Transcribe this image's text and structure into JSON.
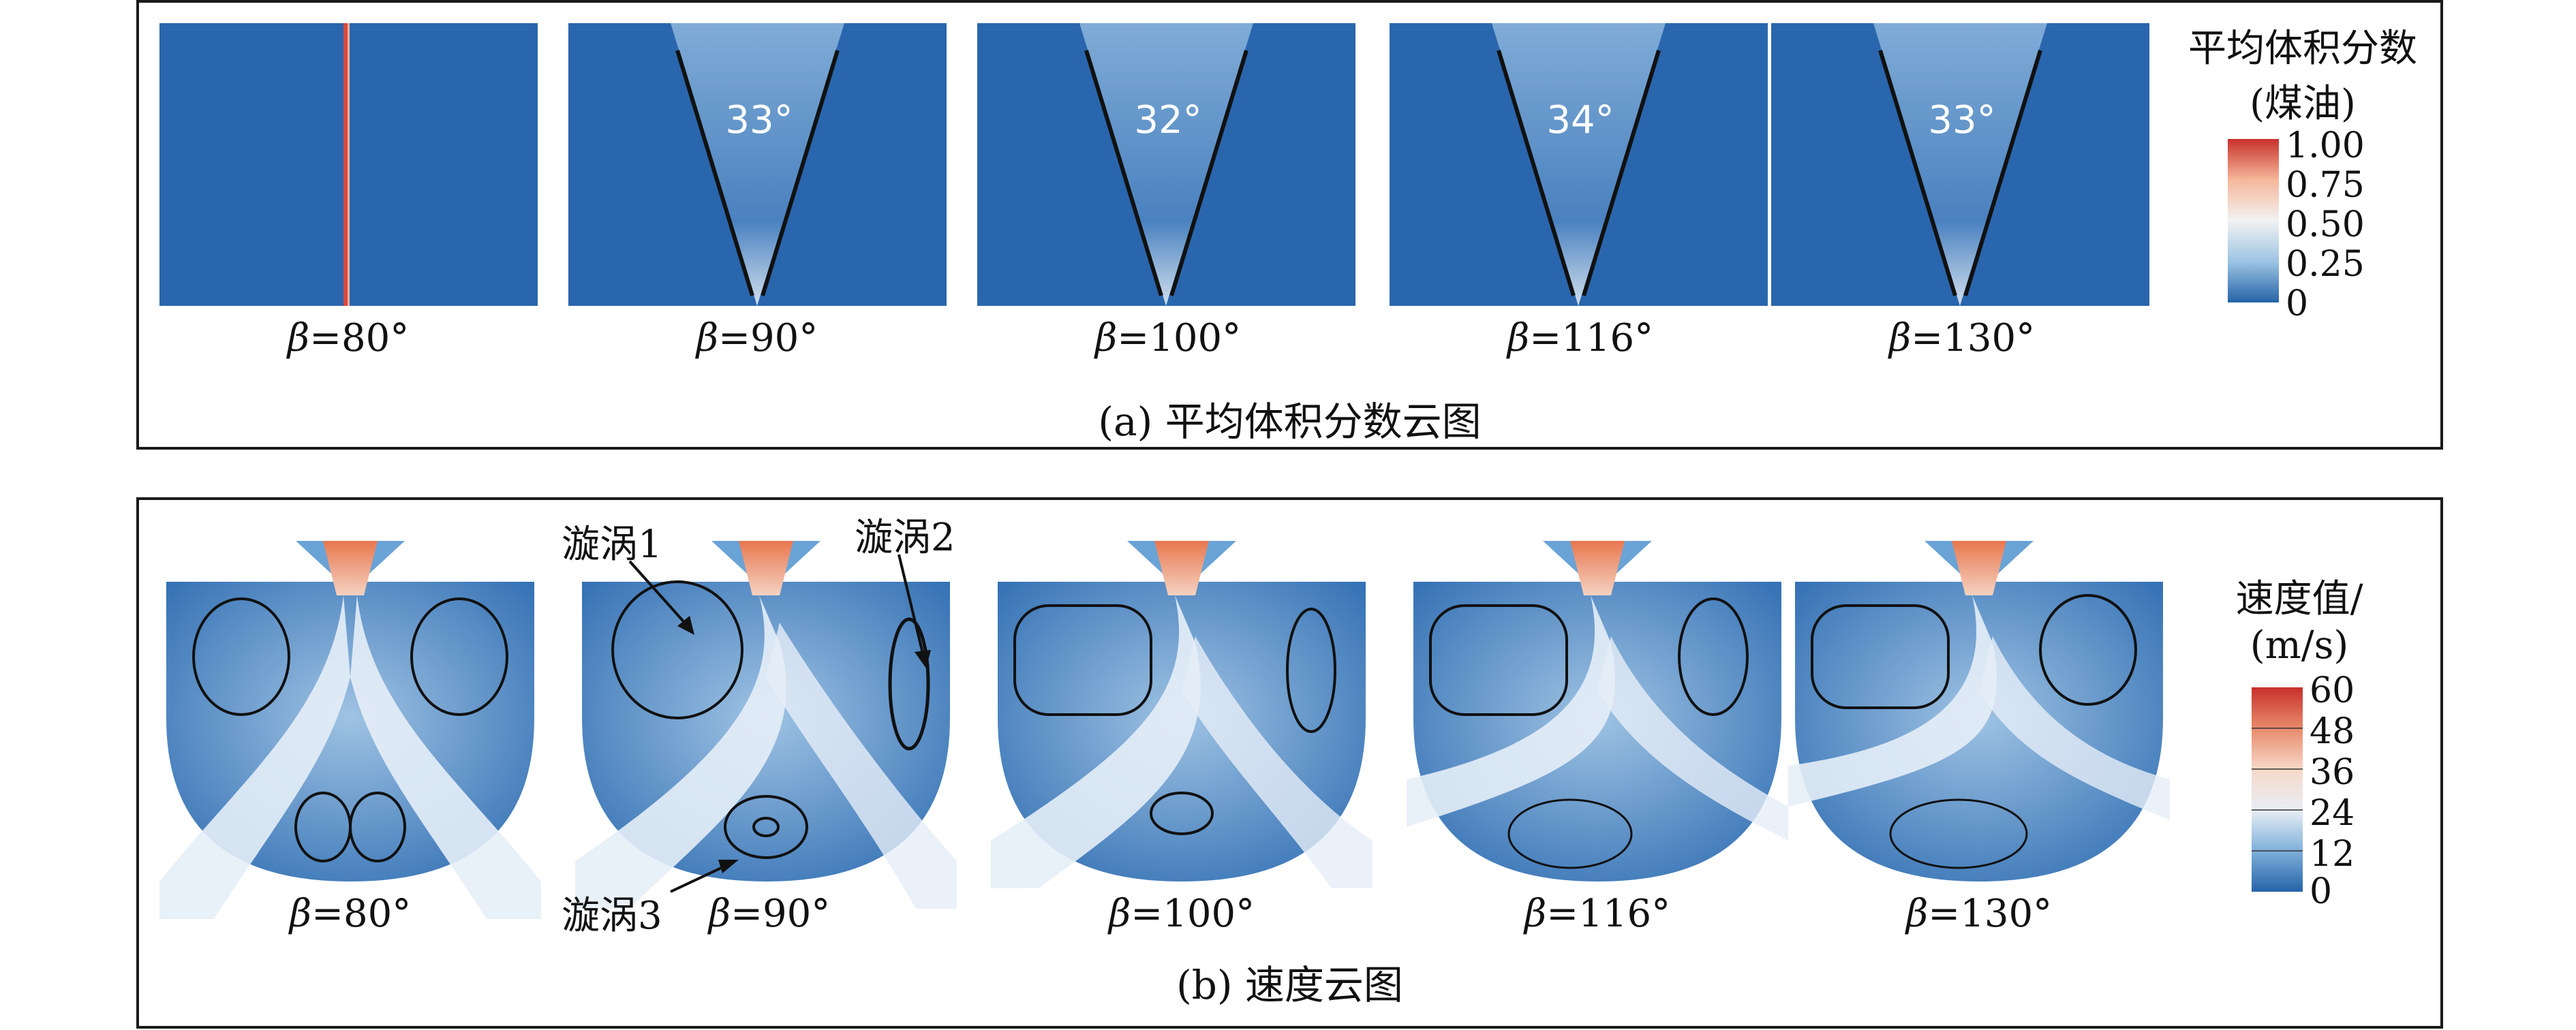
{
  "panel_a": {
    "title": "(a) 平均体积分数云图",
    "colorbar": {
      "title_line1": "平均体积分数",
      "title_line2": "(煤油)",
      "ticks": [
        "1.00",
        "0.75",
        "0.50",
        "0.25",
        "0"
      ],
      "colors": [
        "#c8302b",
        "#f5b79a",
        "#f2f2f2",
        "#9cc4e4",
        "#2563a8"
      ]
    },
    "cases": [
      {
        "beta_var": "β",
        "beta_val": "=80°",
        "angle": ""
      },
      {
        "beta_var": "β",
        "beta_val": "=90°",
        "angle": "33°"
      },
      {
        "beta_var": "β",
        "beta_val": "=100°",
        "angle": "32°"
      },
      {
        "beta_var": "β",
        "beta_val": "=116°",
        "angle": "34°"
      },
      {
        "beta_var": "β",
        "beta_val": "=130°",
        "angle": "33°"
      }
    ]
  },
  "panel_b": {
    "title": "(b) 速度云图",
    "colorbar": {
      "title_line1": "速度值/",
      "title_line2": "(m/s)",
      "ticks": [
        "60",
        "48",
        "36",
        "24",
        "12",
        "0"
      ]
    },
    "annotations": {
      "vortex1": "漩涡1",
      "vortex2": "漩涡2",
      "vortex3": "漩涡3"
    },
    "cases": [
      {
        "beta_var": "β",
        "beta_val": "=80°"
      },
      {
        "beta_var": "β",
        "beta_val": "=90°"
      },
      {
        "beta_var": "β",
        "beta_val": "=100°"
      },
      {
        "beta_var": "β",
        "beta_val": "=116°"
      },
      {
        "beta_var": "β",
        "beta_val": "=130°"
      }
    ]
  }
}
